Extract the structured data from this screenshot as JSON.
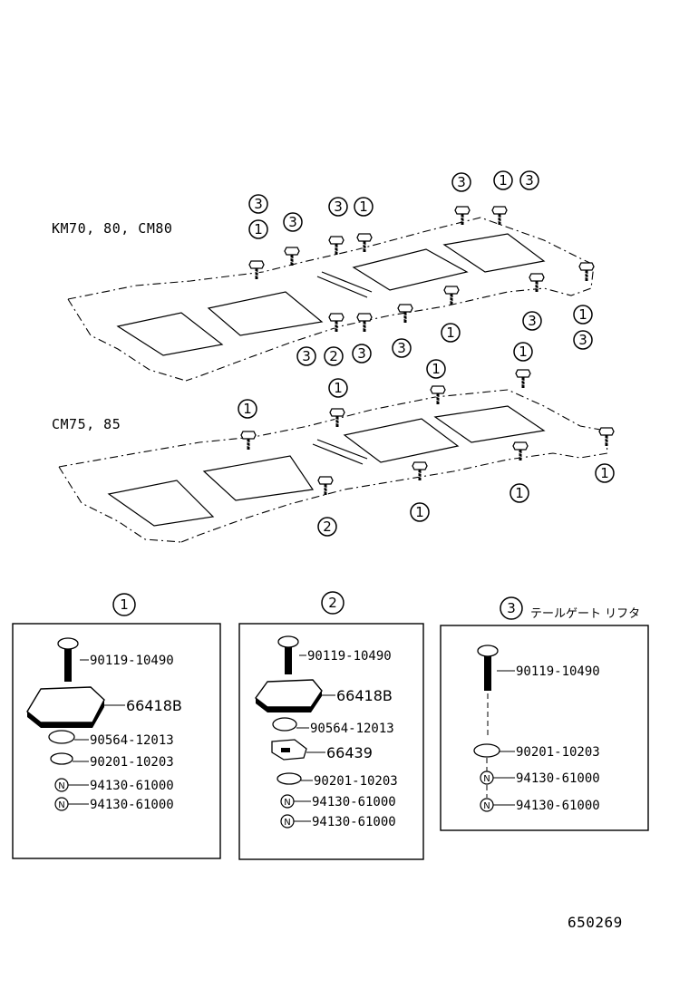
{
  "models": {
    "upper": "KM70, 80, CM80",
    "lower": "CM75, 85"
  },
  "callouts": [
    "1",
    "2",
    "3"
  ],
  "panels": [
    {
      "id": "1",
      "note": "",
      "parts": [
        "90119-10490",
        "66418B",
        "90564-12013",
        "90201-10203",
        "94130-61000",
        "94130-61000"
      ]
    },
    {
      "id": "2",
      "note": "",
      "parts": [
        "90119-10490",
        "66418B",
        "90564-12013",
        "66439",
        "90201-10203",
        "94130-61000",
        "94130-61000"
      ]
    },
    {
      "id": "3",
      "note": "テールゲート リフタ",
      "parts": [
        "90119-10490",
        "90201-10203",
        "94130-61000",
        "94130-61000"
      ]
    }
  ],
  "nut_mark": "N",
  "diagram_code": "650269"
}
